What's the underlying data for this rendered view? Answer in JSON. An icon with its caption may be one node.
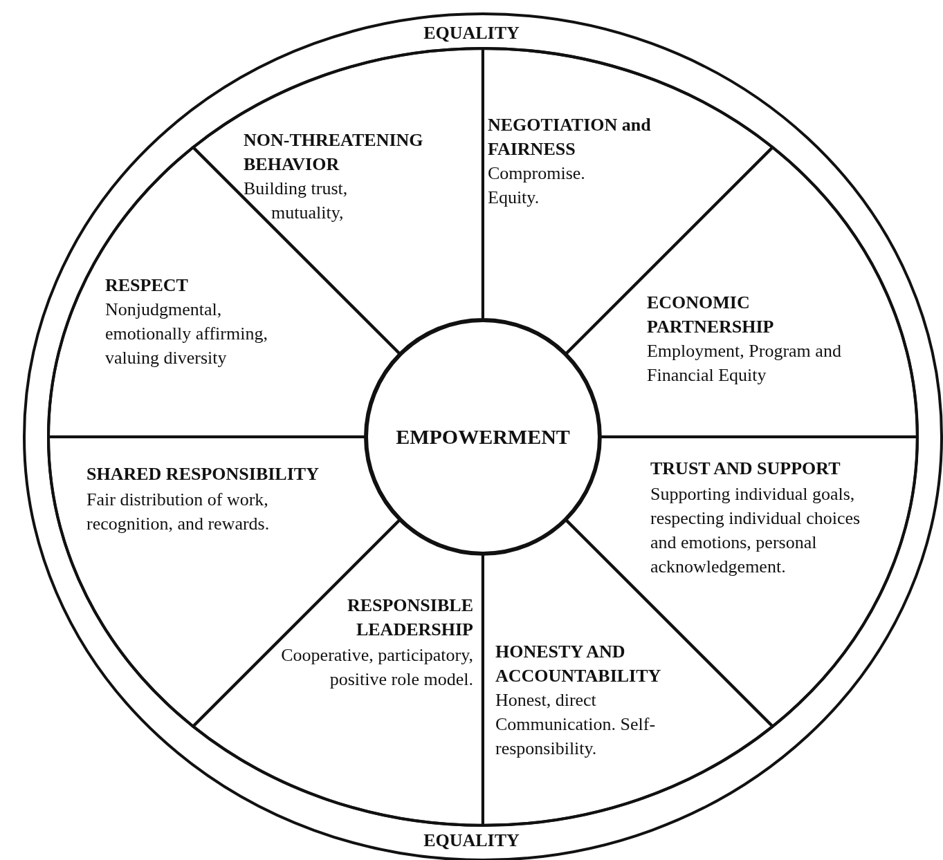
{
  "diagram": {
    "nodes": [
      {
        "text": [
          "EQUALITY",
          "EQUALITY"
        ]
      },
      {
        "text": [
          "NON-THREATENING BEHAVIOR",
          "Building trust, mutuality,"
        ],
        "in": 0
      },
      {
        "text": [
          "NEGOTIATION and FAIRNESS",
          "Compromise. Equity."
        ],
        "in": 0
      },
      {
        "text": [
          "ECONOMIC PARTNERSHIP",
          "Employment, Program and Financial Equity"
        ],
        "in": 0
      },
      {
        "text": [
          "TRUST AND SUPPORT",
          "Supporting individual goals, respecting individual choices and emotions, personal acknowledgement."
        ],
        "in": 0
      },
      {
        "text": [
          "HONESTY AND ACCOUNTABILITY",
          "Honest, direct Communication. Self-responsibility."
        ],
        "in": 0
      },
      {
        "text": [
          "RESPONSIBLE LEADERSHIP",
          "Cooperative, participatory, positive role model."
        ],
        "in": 0
      },
      {
        "text": [
          "SHARED RESPONSIBILITY",
          "Fair distribution of work, recognition, and rewards."
        ],
        "in": 0
      },
      {
        "text": [
          "RESPECT",
          "Nonjudgmental, emotionally affirming, valuing diversity"
        ],
        "in": 0
      },
      {
        "text": [
          "EMPOWERMENT"
        ],
        "in": 0
      }
    ]
  }
}
